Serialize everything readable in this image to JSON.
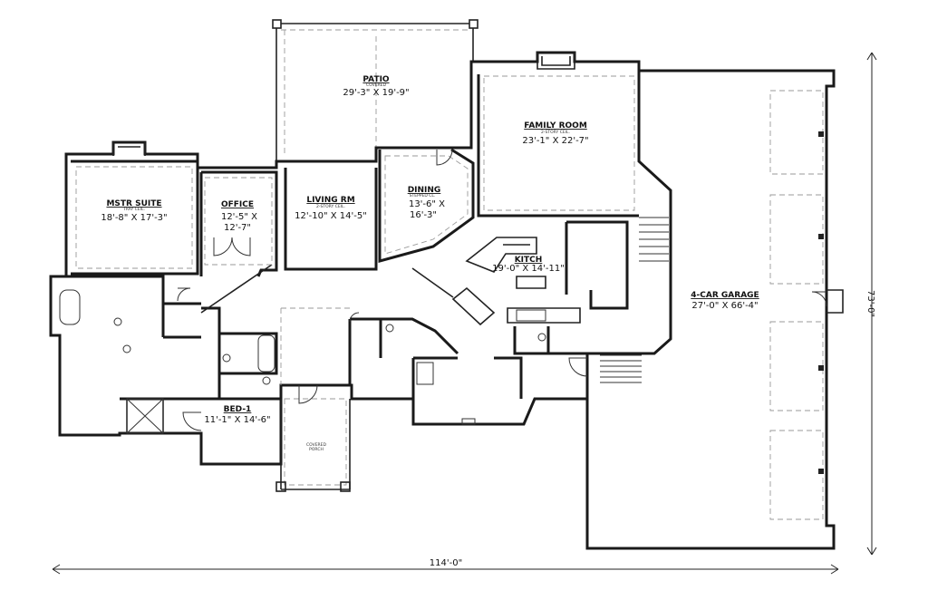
{
  "rooms": {
    "patio": {
      "name": "PATIO",
      "note": "COVERED",
      "size": "29'-3\" X 19'-9\""
    },
    "family": {
      "name": "FAMILY ROOM",
      "note": "2-STORY CEIL.",
      "size": "23'-1\" X 22'-7\""
    },
    "master": {
      "name": "MSTR SUITE",
      "note": "TRAY CEIL.",
      "size": "18'-8\" X 17'-3\""
    },
    "office": {
      "name": "OFFICE",
      "size1": "12'-5\" X",
      "size2": "12'-7\""
    },
    "living": {
      "name": "LIVING RM",
      "note": "2-STORY CEIL.",
      "size": "12'-10\" X 14'-5\""
    },
    "dining": {
      "name": "DINING",
      "note": "STEPPED CL.",
      "size1": "13'-6\" X",
      "size2": "16'-3\""
    },
    "kitchen": {
      "name": "KITCH",
      "size": "19'-0\" X 14'-11\""
    },
    "garage": {
      "name": "4-CAR GARAGE",
      "size": "27'-0\" X 66'-4\""
    },
    "bed1": {
      "name": "BED-1",
      "size": "11'-1\" X 14'-6\""
    },
    "porch": {
      "name": "COVERED",
      "note": "PORCH"
    }
  },
  "dimensions": {
    "width": "114'-0\"",
    "depth": "73'-0\""
  }
}
